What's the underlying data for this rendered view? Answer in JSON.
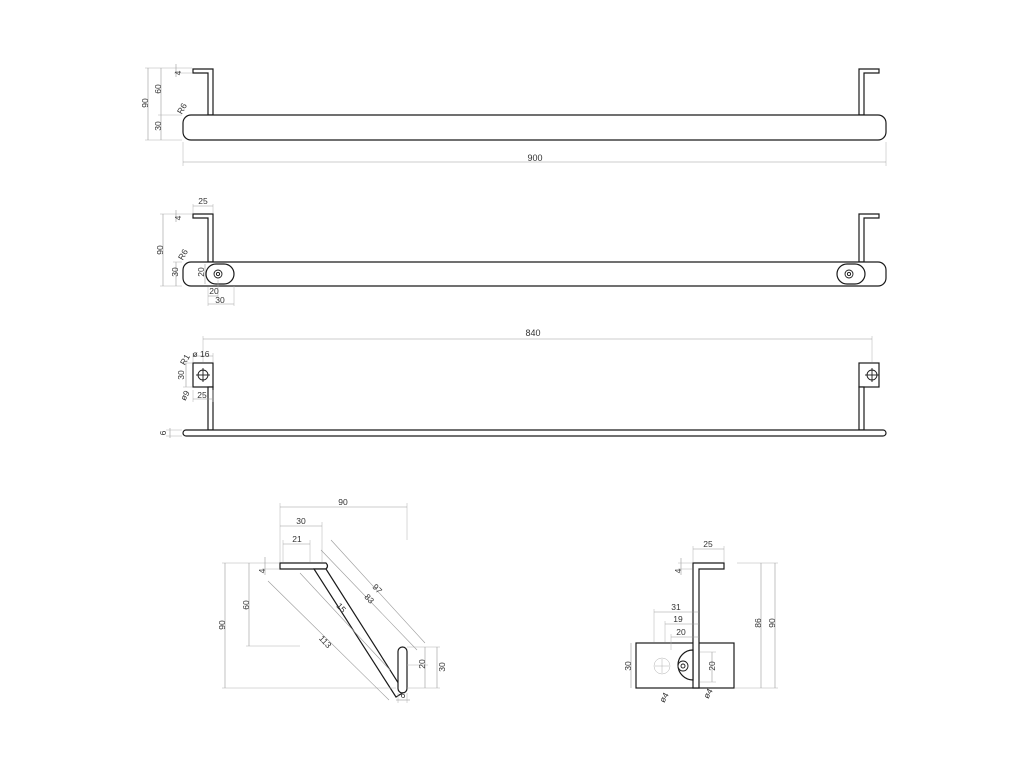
{
  "view_top": {
    "overall_length": "900",
    "height_total": "90",
    "height_arm": "60",
    "thickness_top": "4",
    "bar_height": "30",
    "radius": "R6"
  },
  "view_front": {
    "arm_width": "25",
    "thickness": "4",
    "height_total": "90",
    "radius": "R6",
    "bar_height": "30",
    "hole_offset_v": "20",
    "hole_offset_h": "20",
    "plate_width": "30"
  },
  "view_side": {
    "center_distance": "840",
    "radius": "R1",
    "hole_diameter": "ø 16",
    "plate_height": "30",
    "small_diameter": "ø9",
    "arm_width": "25",
    "thickness": "6"
  },
  "detail_left": {
    "width_total": "90",
    "width_30": "30",
    "width_21": "21",
    "thickness": "4",
    "height_60": "60",
    "height_total": "90",
    "len_97": "97",
    "len_83": "83",
    "len_15": "15",
    "len_113": "113",
    "end_20": "20",
    "end_30": "30",
    "end_6": "6"
  },
  "detail_right": {
    "arm_width": "25",
    "thickness": "4",
    "height_86": "86",
    "height_90": "90",
    "offset_31": "31",
    "offset_19": "19",
    "offset_20": "20",
    "plate_30": "30",
    "hole_20": "20",
    "dia_a": "ø4",
    "dia_b": "ø4"
  }
}
